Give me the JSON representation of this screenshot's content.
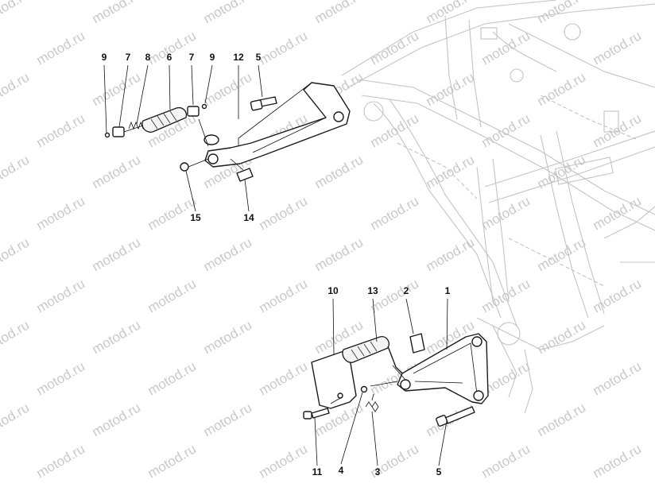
{
  "watermark": "motod.ru",
  "callouts": {
    "top": [
      "9",
      "7",
      "8",
      "6",
      "7",
      "9",
      "12",
      "5",
      "15",
      "14"
    ],
    "bottom": [
      "10",
      "13",
      "2",
      "1",
      "11",
      "4",
      "3",
      "5"
    ]
  }
}
